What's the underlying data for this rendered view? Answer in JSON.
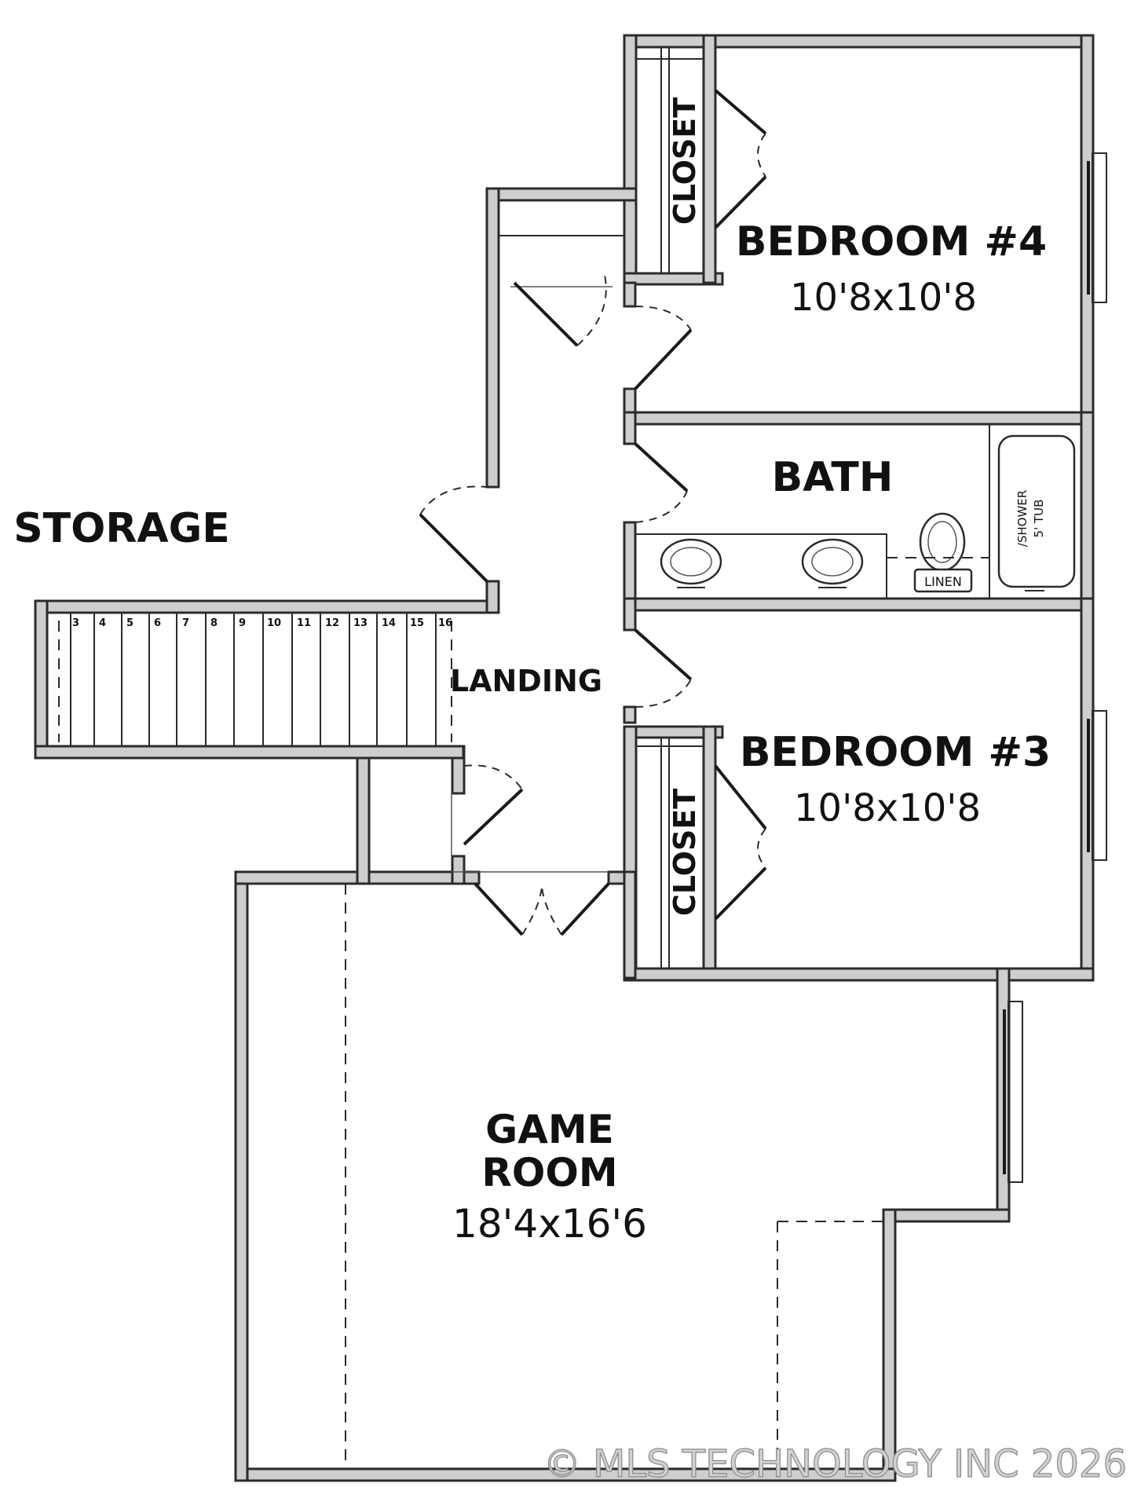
{
  "rooms": {
    "bedroom4": {
      "name": "BEDROOM #4",
      "size": "10'8x10'8"
    },
    "bedroom3": {
      "name": "BEDROOM #3",
      "size": "10'8x10'8"
    },
    "bath": {
      "name": "BATH"
    },
    "storage": {
      "name": "STORAGE"
    },
    "landing": {
      "name": "LANDING"
    },
    "game_room": {
      "name_line1": "GAME",
      "name_line2": "ROOM",
      "size": "18'4x16'6"
    },
    "closet_upper": {
      "name": "CLOSET"
    },
    "closet_lower": {
      "name": "CLOSET"
    }
  },
  "fixtures": {
    "linen": "LINEN",
    "tub": "/SHOWER",
    "tub_size": "5' TUB"
  },
  "stairs": {
    "step_numbers": [
      "3",
      "4",
      "5",
      "6",
      "7",
      "8",
      "9",
      "10",
      "11",
      "12",
      "13",
      "14",
      "15",
      "16"
    ]
  },
  "watermark": "© MLS TECHNOLOGY INC 2026"
}
